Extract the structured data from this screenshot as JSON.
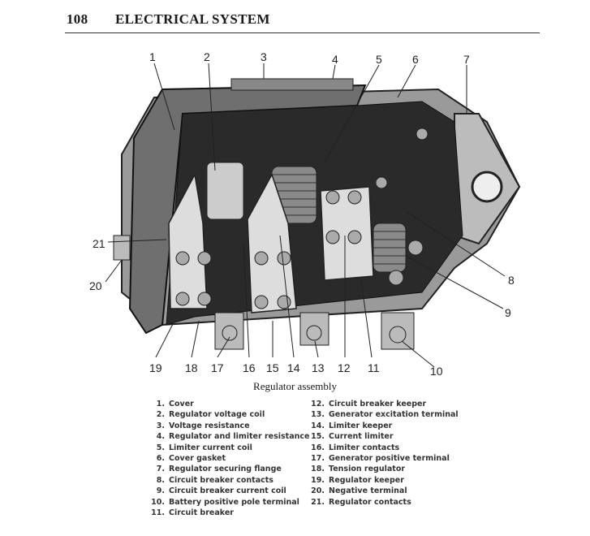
{
  "header": {
    "page_number": "108",
    "section_title": "ELECTRICAL SYSTEM"
  },
  "figure": {
    "caption": "Regulator assembly",
    "callouts": [
      "1",
      "2",
      "3",
      "4",
      "5",
      "6",
      "7",
      "8",
      "9",
      "10",
      "11",
      "12",
      "13",
      "14",
      "15",
      "16",
      "17",
      "18",
      "19",
      "20",
      "21"
    ]
  },
  "legend": {
    "left": [
      {
        "n": "1.",
        "label": "Cover"
      },
      {
        "n": "2.",
        "label": "Regulator voltage coil"
      },
      {
        "n": "3.",
        "label": "Voltage resistance"
      },
      {
        "n": "4.",
        "label": "Regulator and limiter resistance"
      },
      {
        "n": "5.",
        "label": "Limiter current coil"
      },
      {
        "n": "6.",
        "label": "Cover gasket"
      },
      {
        "n": "7.",
        "label": "Regulator securing flange"
      },
      {
        "n": "8.",
        "label": "Circuit breaker contacts"
      },
      {
        "n": "9.",
        "label": "Circuit breaker current coil"
      },
      {
        "n": "10.",
        "label": "Battery positive pole terminal"
      },
      {
        "n": "11.",
        "label": "Circuit breaker"
      }
    ],
    "right": [
      {
        "n": "12.",
        "label": "Circuit breaker keeper"
      },
      {
        "n": "13.",
        "label": "Generator excitation terminal"
      },
      {
        "n": "14.",
        "label": "Limiter keeper"
      },
      {
        "n": "15.",
        "label": "Current limiter"
      },
      {
        "n": "16.",
        "label": "Limiter contacts"
      },
      {
        "n": "17.",
        "label": "Generator positive terminal"
      },
      {
        "n": "18.",
        "label": "Tension regulator"
      },
      {
        "n": "19.",
        "label": "Regulator keeper"
      },
      {
        "n": "20.",
        "label": "Negative terminal"
      },
      {
        "n": "21.",
        "label": "Regulator contacts"
      }
    ]
  }
}
